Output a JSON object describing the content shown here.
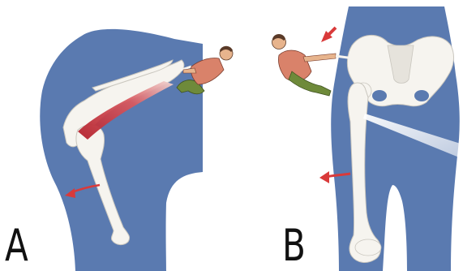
{
  "panels": [
    {
      "id": "A",
      "label": "A"
    },
    {
      "id": "B",
      "label": "B"
    }
  ],
  "colors": {
    "body": "#5a7ab0",
    "bone": "#f6f4ef",
    "bone_outline": "#c9c6be",
    "muscle": "#c9303a",
    "arrow": "#d93a3a",
    "figure_shirt": "#d9826a",
    "figure_pants": "#6e8a3a",
    "figure_skin": "#e7b48d",
    "label": "#111111",
    "background": "#ffffff"
  },
  "icons": [
    "hip-joint-lateral-view",
    "pelvis-front-view",
    "climber-figure",
    "direction-arrow"
  ]
}
